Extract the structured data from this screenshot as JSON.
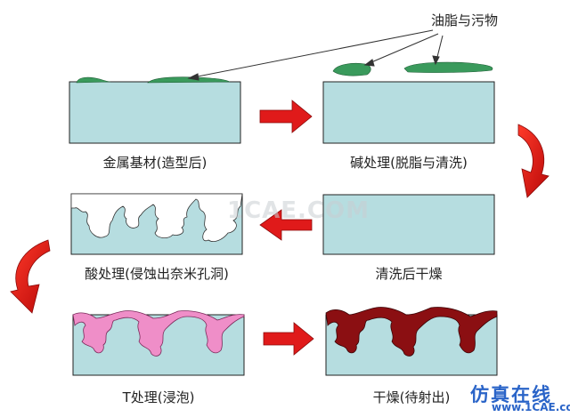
{
  "oil_label": "油脂与污物",
  "steps": [
    {
      "label": "金属基材(造型后)"
    },
    {
      "label": "碱处理(脱脂与清洗)"
    },
    {
      "label": "清洗后干燥"
    },
    {
      "label": "酸处理(侵蚀出奈米孔洞)"
    },
    {
      "label": "T处理(浸泡)"
    },
    {
      "label": "干燥(待射出)"
    }
  ],
  "watermark": {
    "brand": "仿真在线",
    "site": "www.1CAE.com",
    "center": "1CAE.COM"
  },
  "colors": {
    "substrate": "#b6dde0",
    "oil": "#3a9a5c",
    "arrow": "#e01a1a",
    "treatment": "#ef8ec8",
    "dried": "#8b0f12"
  }
}
